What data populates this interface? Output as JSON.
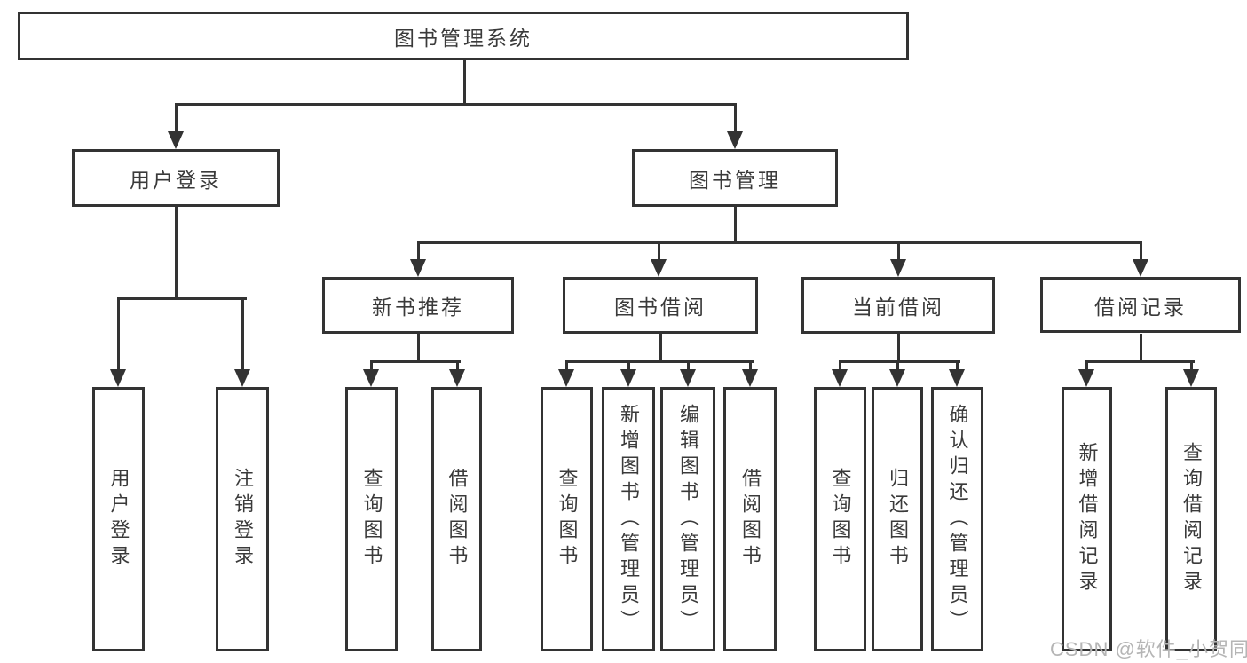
{
  "diagram": {
    "title": "图书管理系统",
    "root": {
      "label": "图书管理系统"
    },
    "level1": [
      {
        "label": "用户登录"
      },
      {
        "label": "图书管理"
      }
    ],
    "level2": [
      {
        "label": "新书推荐"
      },
      {
        "label": "图书借阅"
      },
      {
        "label": "当前借阅"
      },
      {
        "label": "借阅记录"
      }
    ],
    "leaves": {
      "login": [
        {
          "label": "用户登录"
        },
        {
          "label": "注销登录"
        }
      ],
      "newbook": [
        {
          "label": "查询图书"
        },
        {
          "label": "借阅图书"
        }
      ],
      "borrow": [
        {
          "label": "查询图书"
        },
        {
          "label": "新增图书（管理员）"
        },
        {
          "label": "编辑图书（管理员）"
        },
        {
          "label": "借阅图书"
        }
      ],
      "current": [
        {
          "label": "查询图书"
        },
        {
          "label": "归还图书"
        },
        {
          "label": "确认归还（管理员）"
        }
      ],
      "records": [
        {
          "label": "新增借阅记录"
        },
        {
          "label": "查询借阅记录"
        }
      ]
    },
    "watermark": "CSDN @软件_小贺同学",
    "colors": {
      "line": "#333333",
      "text": "#3a3a3a",
      "background": "#ffffff",
      "watermark": "#b5b5b5"
    }
  }
}
